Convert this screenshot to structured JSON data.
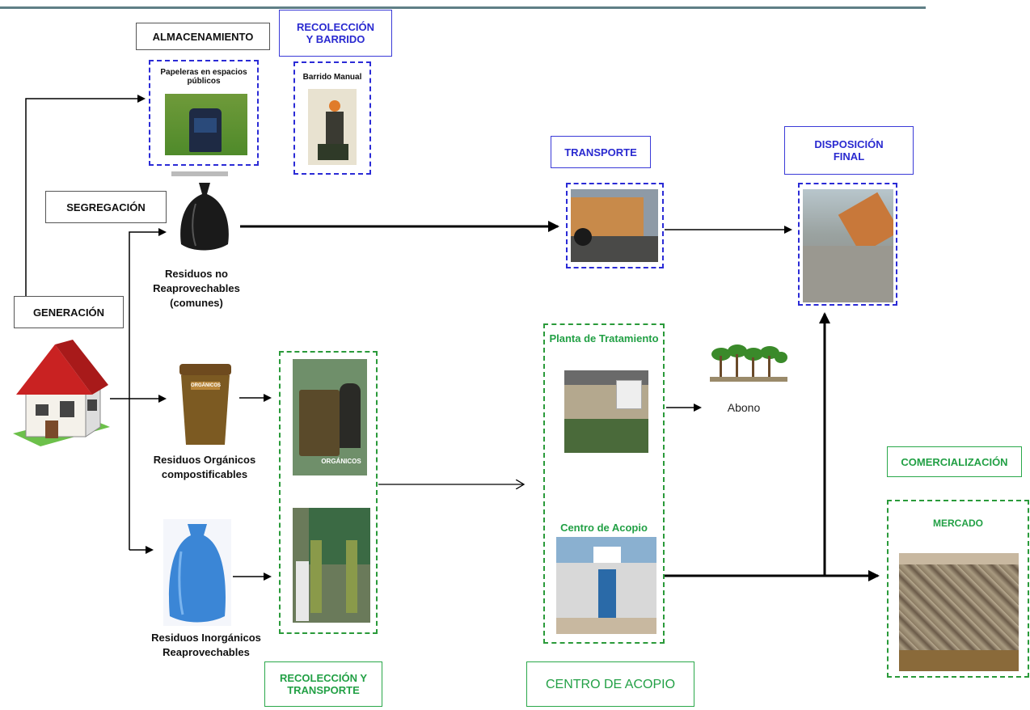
{
  "labels": {
    "almacenamiento": "ALMACENAMIENTO",
    "recoleccion_barrido": "RECOLECCIÓN Y BARRIDO",
    "segregacion": "SEGREGACIÓN",
    "generacion": "GENERACIÓN",
    "transporte": "TRANSPORTE",
    "disposicion_final": "DISPOSICIÓN FINAL",
    "comercializacion": "COMERCIALIZACIÓN",
    "recoleccion_transporte": "RECOLECCIÓN Y TRANSPORTE",
    "centro_acopio_title": "CENTRO DE ACOPIO"
  },
  "captions": {
    "papeleras": "Papeleras en espacios públicos",
    "barrido_manual": "Barrido Manual",
    "residuos_no_reaprovechables": "Residuos no Reaprovechables (comunes)",
    "residuos_organicos": "Residuos Orgánicos compostificables",
    "residuos_inorganicos": "Residuos Inorgánicos Reaprovechables",
    "planta_tratamiento": "Planta de Tratamiento",
    "centro_acopio": "Centro de Acopio",
    "abono": "Abono",
    "mercado": "MERCADO",
    "bin_organicos": "ORGÁNICOS",
    "cart_organicos": "ORGÁNICOS"
  },
  "colors": {
    "blue": "#2a2ad0",
    "green": "#22a045",
    "arrow": "#000000"
  }
}
